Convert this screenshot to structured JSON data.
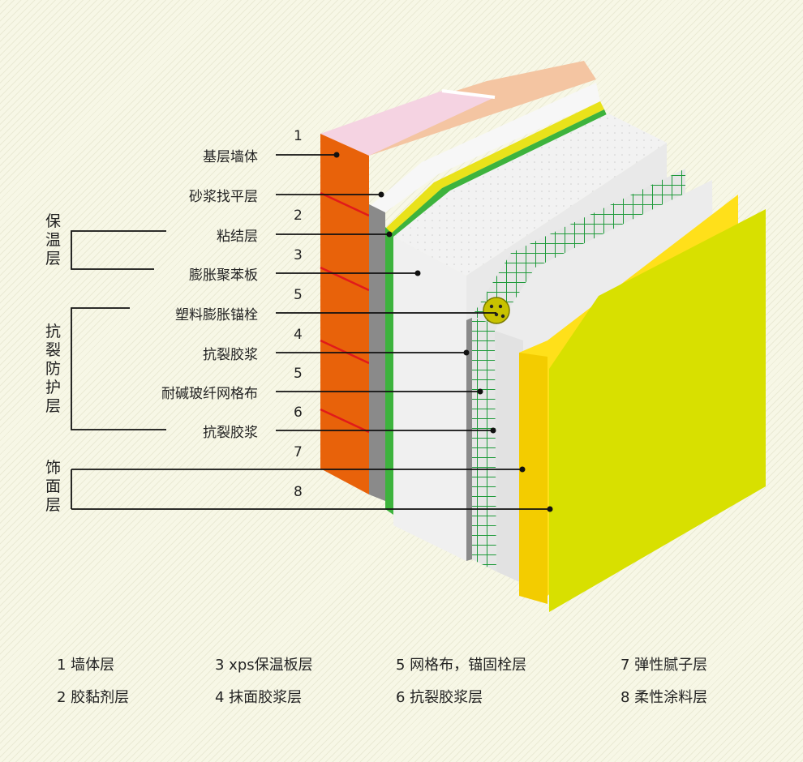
{
  "callouts": [
    {
      "number": "1",
      "label": "基层墙体"
    },
    {
      "number": "",
      "label": "砂浆找平层"
    },
    {
      "number": "2",
      "label": "粘结层"
    },
    {
      "number": "3",
      "label": "膨胀聚苯板"
    },
    {
      "number": "5",
      "label": "塑料膨胀锚栓"
    },
    {
      "number": "4",
      "label": "抗裂胶浆"
    },
    {
      "number": "5",
      "label": "耐碱玻纤网格布"
    },
    {
      "number": "6",
      "label": "抗裂胶浆"
    },
    {
      "number": "7",
      "label": ""
    },
    {
      "number": "8",
      "label": ""
    }
  ],
  "groups": {
    "insulation": "保温层",
    "crack_protection": "抗裂防护层",
    "finish": "饰面层"
  },
  "legend": [
    "1 墙体层",
    "3 xps保温板层",
    "5 网格布，锚固栓层",
    "7 弹性腻子层",
    "2 胶黏剂层",
    "4 抹面胶浆层",
    "6 抗裂胶浆层",
    "8 柔性涂料层"
  ],
  "colors": {
    "wall": "#e8620a",
    "wall_top": "#f4c5a2",
    "wall_top_pink": "#f5d3e2",
    "mortar": "#8a8a8a",
    "adhesive": "#3db33d",
    "eps_board": "#efefef",
    "mesh": "#1e9a3a",
    "putty": "#f0f0f0",
    "finish_yellow": "#ffe01a",
    "finish_lime": "#d8e000"
  }
}
